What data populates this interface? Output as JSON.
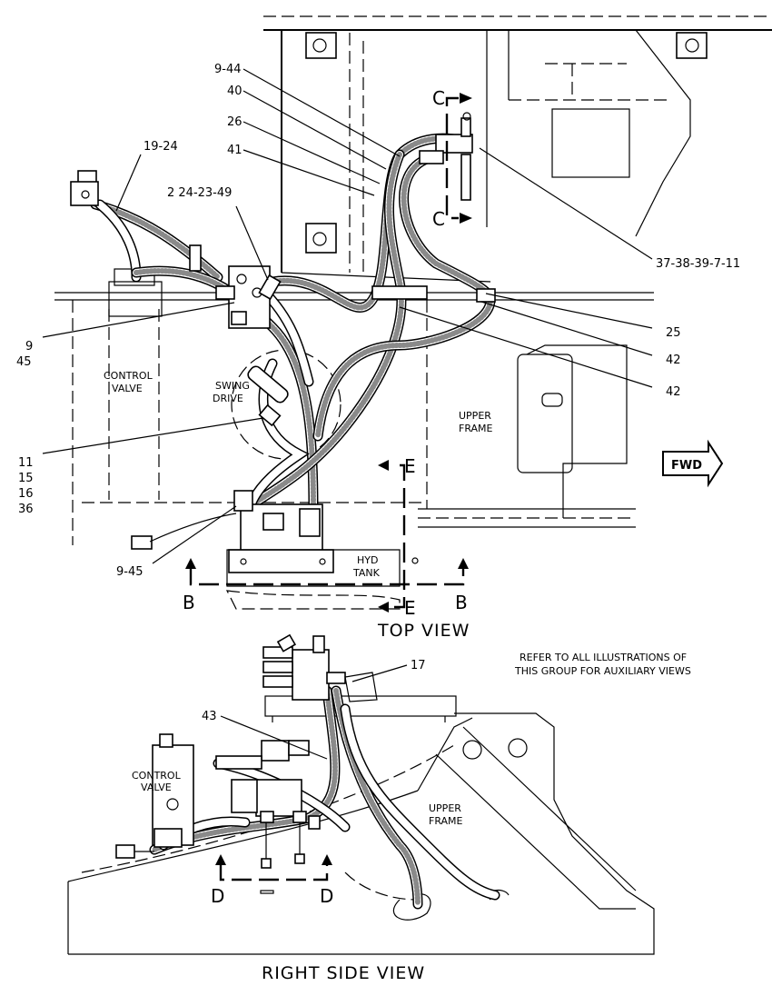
{
  "views": {
    "top": {
      "title": "TOP VIEW",
      "labels": {
        "control_valve_line1": "CONTROL",
        "control_valve_line2": "VALVE",
        "swing_drive_line1": "SWING",
        "swing_drive_line2": "DRIVE",
        "upper_frame_line1": "UPPER",
        "upper_frame_line2": "FRAME",
        "hyd_tank_line1": "HYD",
        "hyd_tank_line2": "TANK",
        "fwd": "FWD"
      },
      "section_letters": {
        "b_left": "B",
        "b_right": "B",
        "c_top": "C",
        "c_bottom": "C",
        "e_top": "E",
        "e_bottom": "E"
      }
    },
    "side": {
      "title": "RIGHT SIDE VIEW",
      "labels": {
        "control_valve_line1": "CONTROL",
        "control_valve_line2": "VALVE",
        "upper_frame_line1": "UPPER",
        "upper_frame_line2": "FRAME"
      },
      "section_letters": {
        "d_left": "D",
        "d_right": "D"
      }
    }
  },
  "callouts": {
    "c_9_44": "9-44",
    "c_40": "40",
    "c_26": "26",
    "c_41": "41",
    "c_19_24": "19-24",
    "c_2_24_23_49": "2 24-23-49",
    "c_37": "37-38-39-7-11",
    "c_25": "25",
    "c_42a": "42",
    "c_42b": "42",
    "c_9": "9",
    "c_45": "45",
    "c_11": "11",
    "c_15": "15",
    "c_16": "16",
    "c_36": "36",
    "c_9_45": "9-45",
    "c_17": "17",
    "c_43": "43"
  },
  "note": {
    "line1": "REFER TO ALL ILLUSTRATIONS OF",
    "line2": "THIS GROUP FOR AUXILIARY VIEWS"
  }
}
